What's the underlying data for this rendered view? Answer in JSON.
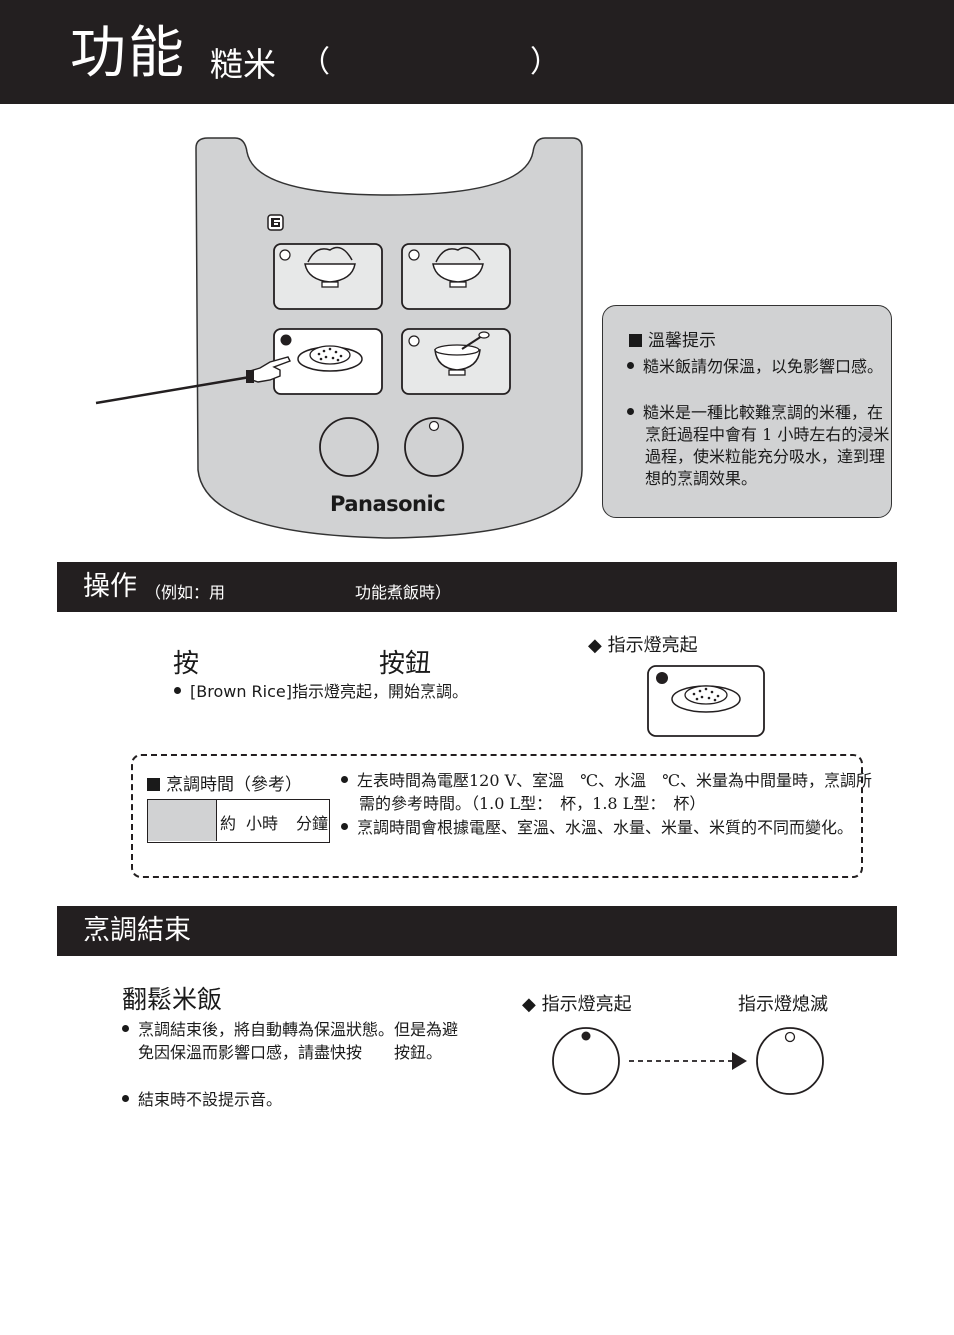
{
  "header": {
    "title": "功能",
    "subtitle": "糙米",
    "paren_open": "（",
    "paren_close": "）"
  },
  "panel": {
    "brand": "Panasonic",
    "f_badge": "F"
  },
  "tip": {
    "title": "溫馨提示",
    "items": [
      "糙米飯請勿保溫，以免影響口感。",
      "糙米是一種比較難烹調的米種，在烹飪過程中會有 1 小時左右的浸米過程，使米粒能充分吸水，達到理想的烹調效果。"
    ]
  },
  "operation": {
    "heading": "操作",
    "sub_prefix": "（例如：用",
    "sub_suffix": "功能煮飯時）",
    "press": "按",
    "button_word": "按鈕",
    "bullet": "[Brown Rice]指示燈亮起，開始烹調。",
    "indicator_label": "◆ 指示燈亮起"
  },
  "reference": {
    "title": "烹調時間（參考）",
    "time_about": "約",
    "time_hour": "小時",
    "time_min": "分鐘",
    "notes": [
      "左表時間為電壓120 V、室溫　℃、水溫　℃、米量為中間量時，烹調所需的參考時間。（1.0 L型：　杯，1.8 L型：　杯）",
      "烹調時間會根據電壓、室溫、水溫、水量、米量、米質的不同而變化。"
    ]
  },
  "end": {
    "heading": "烹調結束",
    "subheading": "翻鬆米飯",
    "bullets": [
      "烹調結束後，將自動轉為保溫狀態。但是為避免因保溫而影響口感，請盡快按　　按鈕。",
      "結束時不設提示音。"
    ],
    "label_on": "◆ 指示燈亮起",
    "label_off": "指示燈熄滅"
  }
}
